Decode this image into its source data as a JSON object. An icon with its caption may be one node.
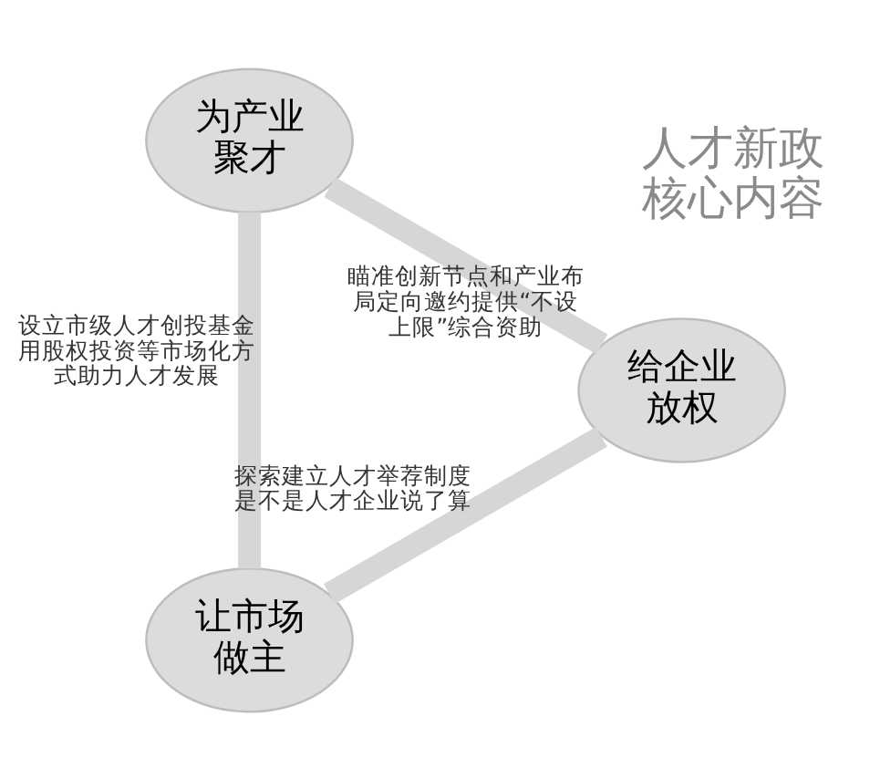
{
  "diagram": {
    "nodes": [
      {
        "text": [
          "让市场做主"
        ]
      },
      {
        "text": [
          "为产业聚才"
        ]
      },
      {
        "text": [
          "给企业放权"
        ]
      }
    ],
    "edges": [
      {
        "from": 0,
        "to": 1,
        "arrow": "none",
        "label": "设立市级人才创投基金用股权投资等市场化方式助力人才发展"
      },
      {
        "from": 1,
        "to": 2,
        "arrow": "none",
        "label": "瞄准创新节点和产业布局定向邀约提供“不设上限”综合资助"
      },
      {
        "from": 2,
        "to": 0,
        "arrow": "none",
        "label": "探索建立人才举荐制度是不是人才企业说了算"
      }
    ],
    "labels": [
      "人才新政核心内容"
    ]
  }
}
